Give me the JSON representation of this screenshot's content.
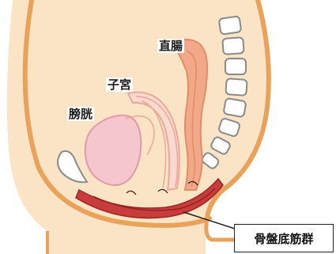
{
  "labels": {
    "rectum": "直腸",
    "uterus": "子宮",
    "bladder": "膀胱",
    "pelvic_floor": "骨盤底筋群"
  },
  "colors": {
    "body_fill": "#fbe4c6",
    "body_outline": "#e8a25a",
    "bladder_fill": "#f6c6cf",
    "uterus_outline": "#e9a89a",
    "rectum_fill": "#f1a98a",
    "spine_outline": "#8a8a8a",
    "muscle": "#c83c3c"
  }
}
